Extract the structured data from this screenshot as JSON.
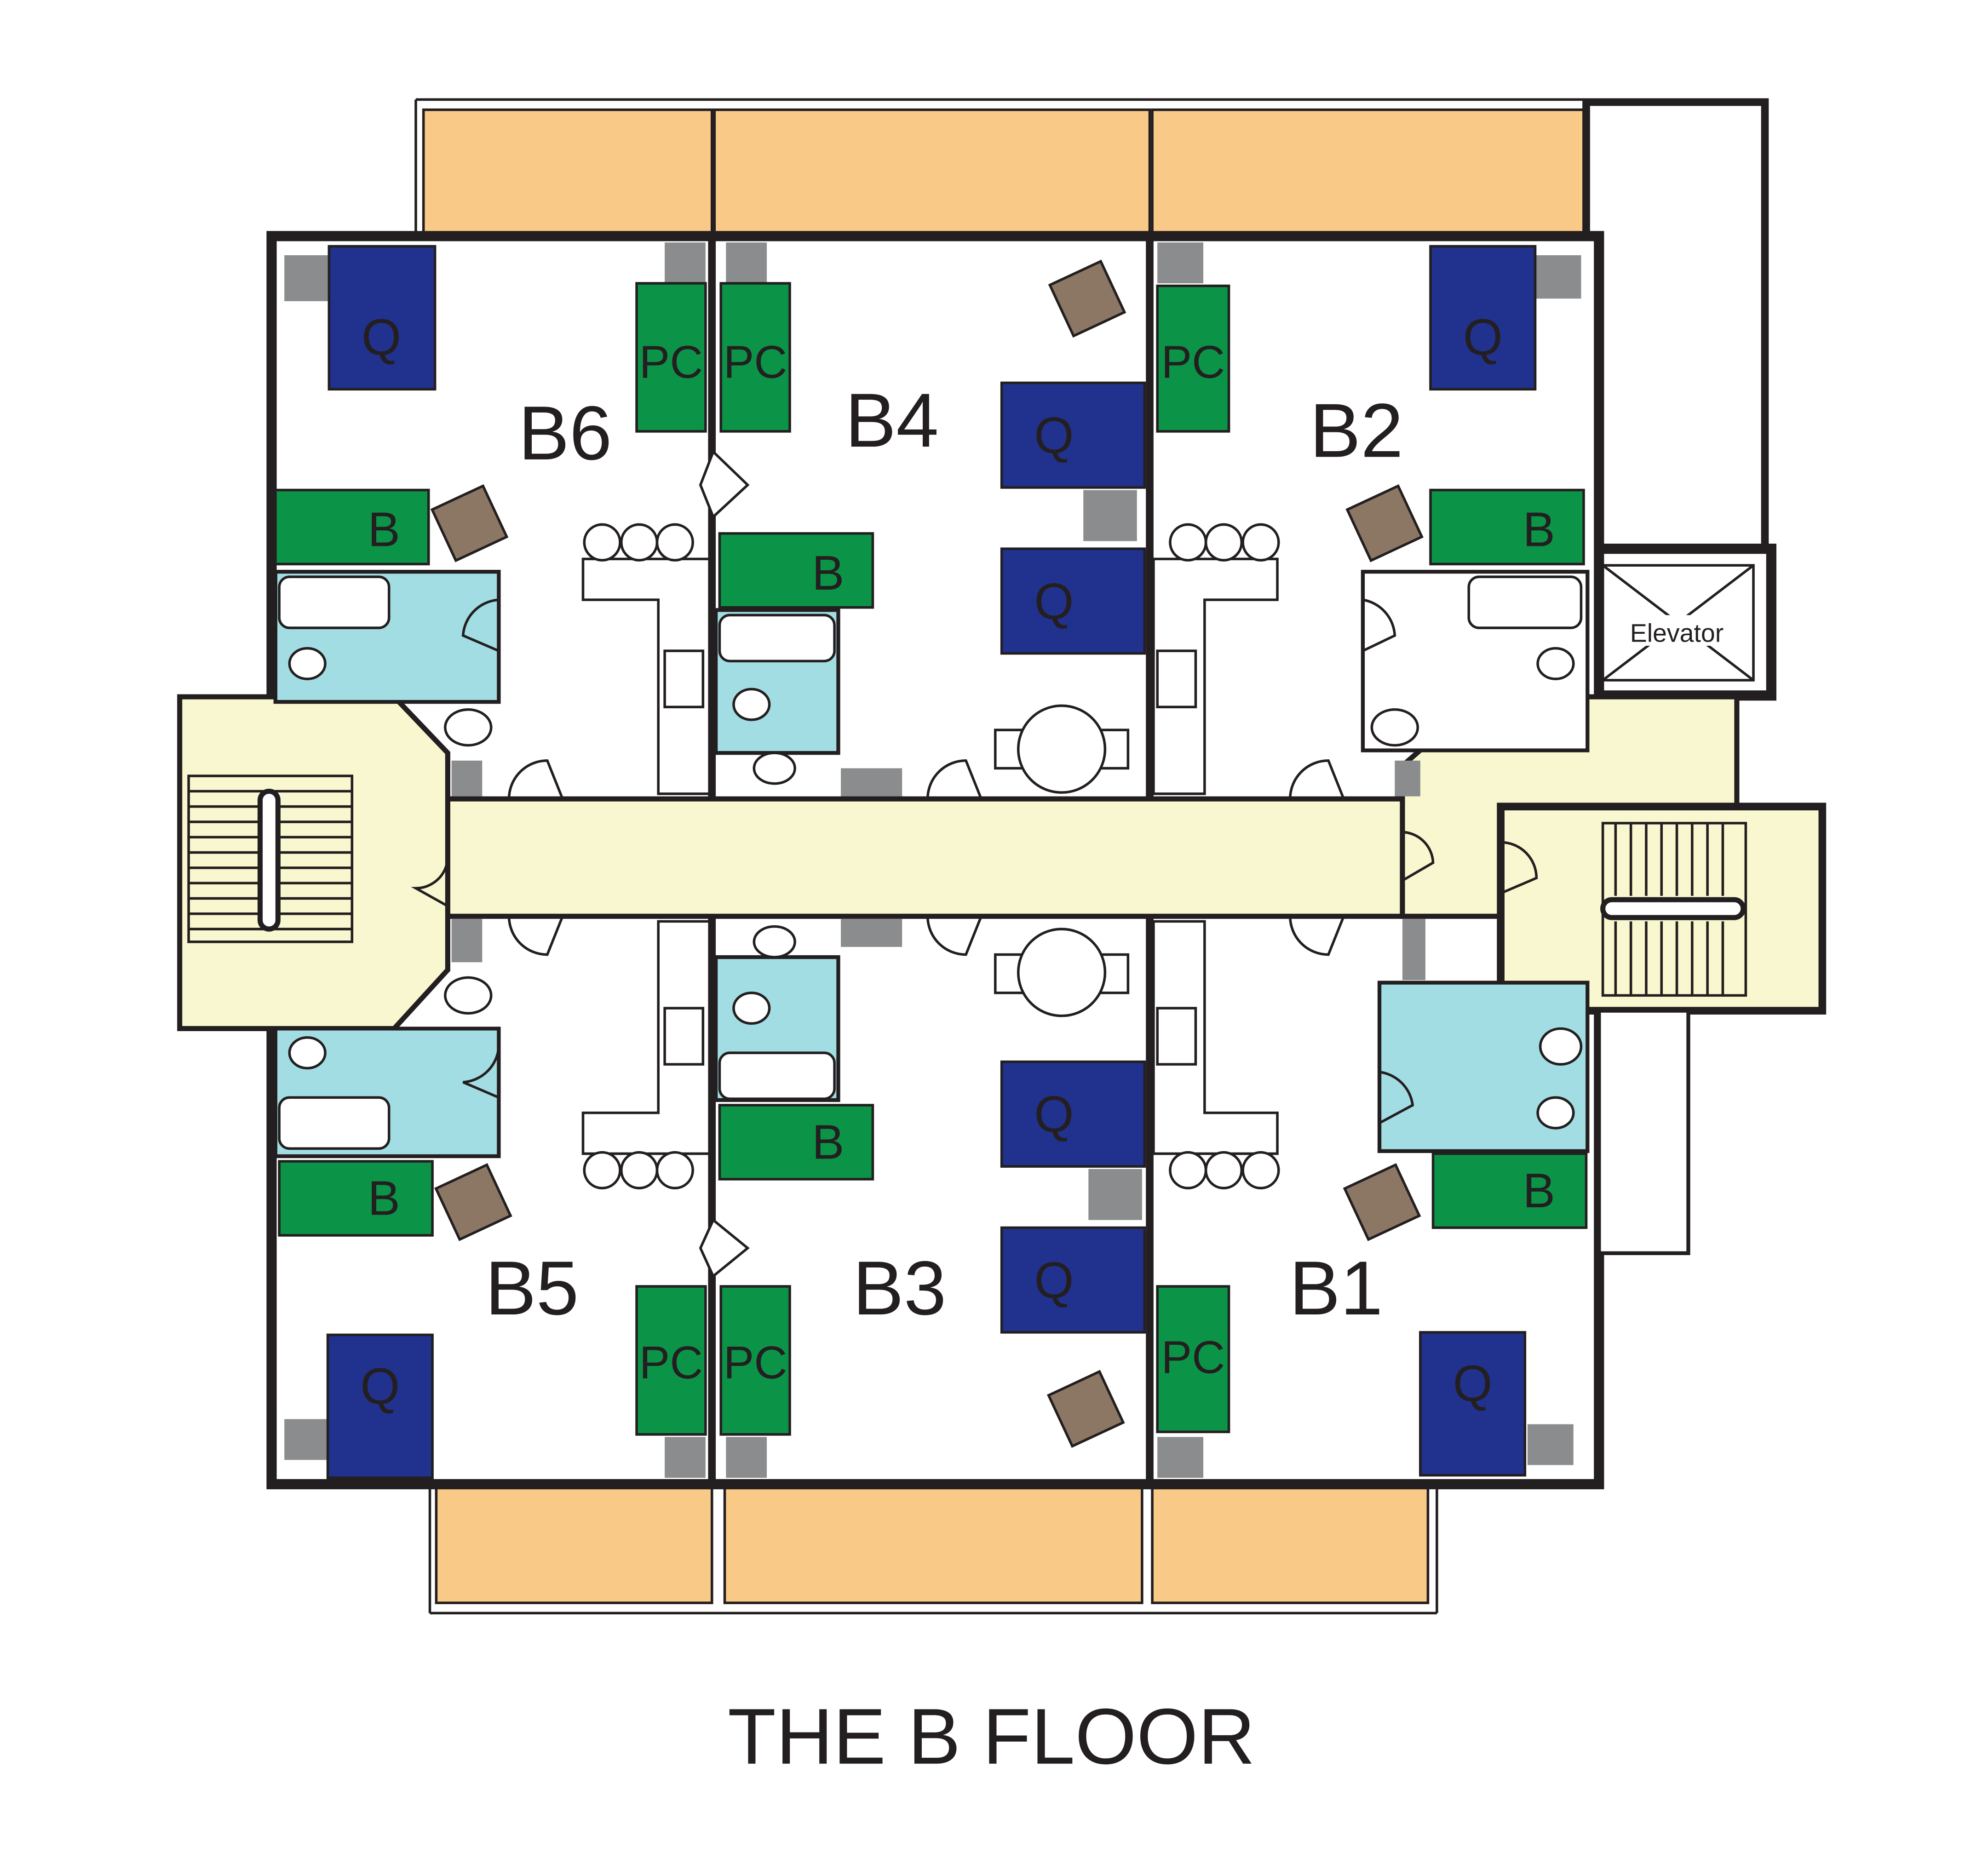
{
  "title": "THE B FLOOR",
  "units": {
    "b6": "B6",
    "b4": "B4",
    "b2": "B2",
    "b5": "B5",
    "b3": "B3",
    "b1": "B1"
  },
  "furniture": {
    "queen_bed": "Q",
    "bunk_bed": "B",
    "pc_desk": "PC",
    "elevator": "Elevator"
  },
  "colors": {
    "balcony": "#f9c987",
    "hallway": "#f9f7cf",
    "bathroom": "#a3dde4",
    "queen_bed": "#21318e",
    "bunk_bed": "#0b9447",
    "dresser": "#8c7764",
    "closet": "#8a8c8e",
    "wall": "#231f20"
  }
}
